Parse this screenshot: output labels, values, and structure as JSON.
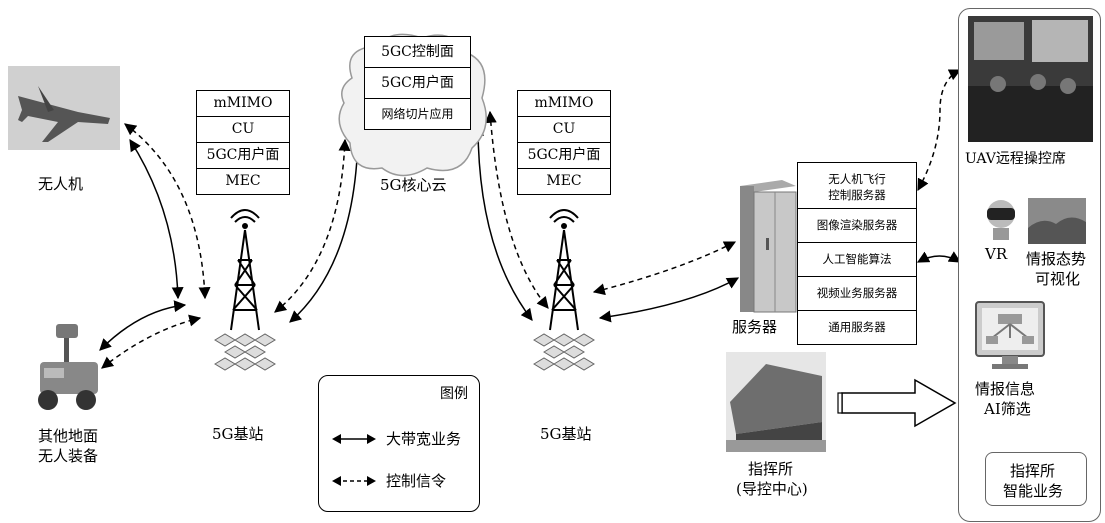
{
  "uav": {
    "label": "无人机"
  },
  "ground": {
    "label_line1": "其他地面",
    "label_line2": "无人装备"
  },
  "bs_left": {
    "cells": [
      "mMIMO",
      "CU",
      "5GC用户面",
      "MEC"
    ],
    "label": "5G基站"
  },
  "core": {
    "cells": [
      "5GC控制面",
      "5GC用户面",
      "网络切片应用"
    ],
    "label": "5G核心云"
  },
  "bs_right": {
    "cells": [
      "mMIMO",
      "CU",
      "5GC用户面",
      "MEC"
    ],
    "label": "5G基站"
  },
  "server": {
    "label": "服务器",
    "modules": [
      "无人机飞行",
      "控制服务器",
      "图像渲染服务器",
      "人工智能算法",
      "视频业务服务器",
      "通用服务器"
    ]
  },
  "command_post": {
    "label_line1": "指挥所",
    "label_line2": "(导控中心)"
  },
  "panel": {
    "uav_seat": "UAV远程操控席",
    "vr": "VR",
    "intel_line1": "情报态势",
    "intel_line2": "可视化",
    "filter_line1": "情报信息",
    "filter_line2": "AI筛选",
    "smart_line1": "指挥所",
    "smart_line2": "智能业务"
  },
  "legend": {
    "title": "图例",
    "broadband": "大带宽业务",
    "control": "控制信令"
  }
}
